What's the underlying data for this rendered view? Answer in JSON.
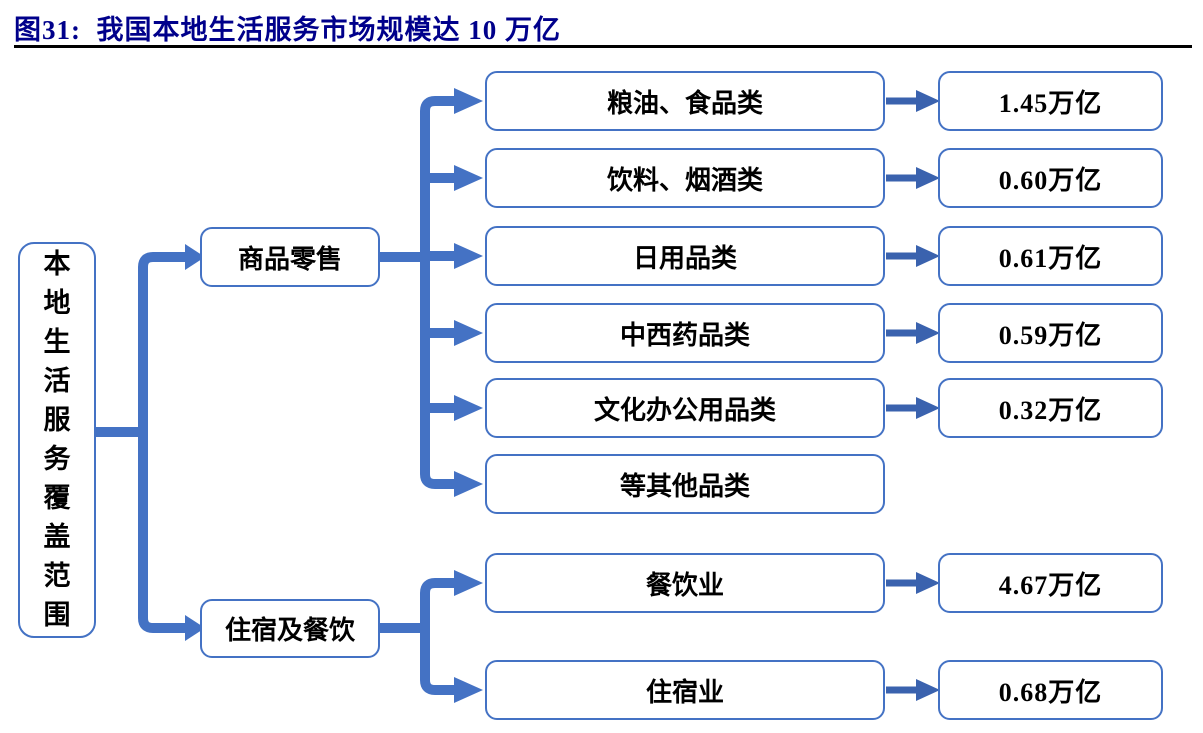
{
  "header": {
    "title": "图31:  我国本地生活服务市场规模达 10 万亿"
  },
  "root": {
    "label": "本地生活服务覆盖范围"
  },
  "branches": [
    {
      "label": "商品零售"
    },
    {
      "label": "住宿及餐饮"
    }
  ],
  "rows": [
    {
      "label": "粮油、食品类",
      "value": "1.45万亿"
    },
    {
      "label": "饮料、烟酒类",
      "value": "0.60万亿"
    },
    {
      "label": "日用品类",
      "value": "0.61万亿"
    },
    {
      "label": "中西药品类",
      "value": "0.59万亿"
    },
    {
      "label": "文化办公用品类",
      "value": "0.32万亿"
    },
    {
      "label": "等其他品类"
    },
    {
      "label": "餐饮业",
      "value": "4.67万亿"
    },
    {
      "label": "住宿业",
      "value": "0.68万亿"
    }
  ],
  "colors": {
    "connector_blue": "#4472C4",
    "value_arrow_blue": "#3A62AE",
    "box_border_blue": "#4472C4",
    "title_navy": "#00008B",
    "rule_black": "#000000",
    "text_black": "#000000"
  }
}
